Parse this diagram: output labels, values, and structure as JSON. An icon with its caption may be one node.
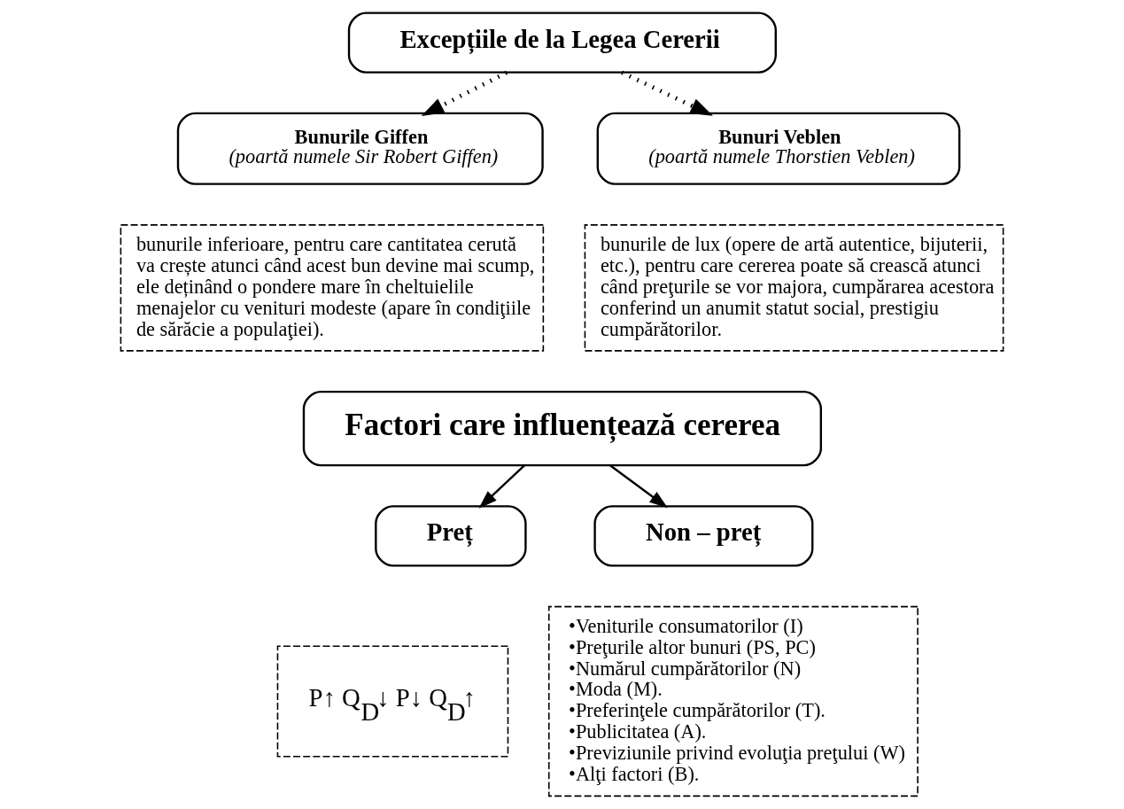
{
  "diagram": {
    "nodes": [
      {
        "text": [
          "Excepțiile de la Legea Cererii"
        ]
      },
      {
        "text": [
          "Bunurile Giffen",
          "(poartă numele Sir Robert Giffen)"
        ]
      },
      {
        "text": [
          "Bunuri Veblen",
          "(poartă numele Thorstien Veblen)"
        ]
      },
      {
        "text": [
          "bunurile inferioare, pentru care cantitatea cerută va crește atunci când acest bun devine mai scump, ele deținând o pondere mare în cheltuielile menajelor cu venituri modeste (apare în condiţiile de sărăcie a populaţiei)."
        ]
      },
      {
        "text": [
          "bunurile de lux (opere de artă autentice, bijuterii, etc.), pentru care cererea poate să crească atunci când preţurile se vor majora, cumpărarea acestora conferind un anumit statut social, prestigiu cumpărătorilor."
        ]
      },
      {
        "text": [
          "Factori care influențează cererea"
        ]
      },
      {
        "text": [
          "Preț"
        ]
      },
      {
        "text": [
          "Non – preț"
        ]
      },
      {
        "text": [
          "P↑ Q$_{D}$↓ P↓ Q$_{D}$↑"
        ]
      },
      {
        "text": [
          "•Veniturile consumatorilor (I)",
          "•Preţurile altor bunuri (PS, PC)",
          "•Numărul cumpărătorilor (N)",
          "•Moda (M).",
          "•Preferinţele cumpărătorilor (T).",
          "•Publicitatea (A).",
          "•Previziunile privind evoluţia preţului (W)",
          "•Alţi factori (B)."
        ]
      }
    ],
    "edges": [
      {
        "from": 0,
        "to": 1,
        "arrow": "to",
        "style": "dashed"
      },
      {
        "from": 0,
        "to": 2,
        "arrow": "to",
        "style": "dashed"
      },
      {
        "from": 5,
        "to": 6,
        "arrow": "to"
      },
      {
        "from": 5,
        "to": 7,
        "arrow": "to"
      }
    ]
  }
}
